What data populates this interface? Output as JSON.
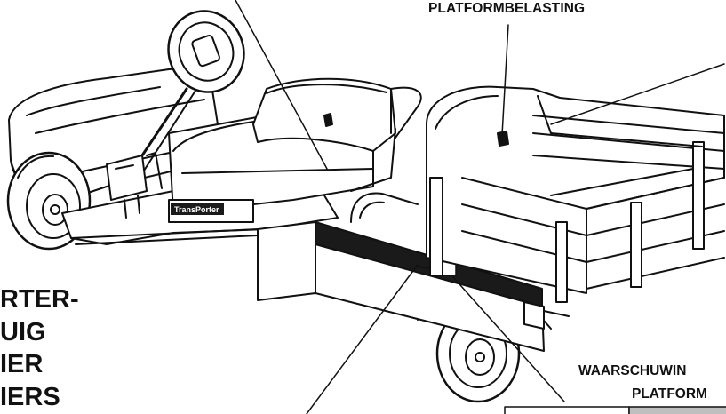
{
  "labels": {
    "platform_load": "PLATFORMBELASTING",
    "big_lines": [
      "RTER-",
      "UIG",
      "IER",
      "IERS"
    ],
    "warning_line1": "WAARSCHUWIN",
    "warning_line2": "PLATFORM"
  },
  "decal_text": "TransPorter",
  "colors": {
    "ink": "#111111",
    "paper": "#ffffff",
    "decal_dark": "#1a1a1a"
  }
}
